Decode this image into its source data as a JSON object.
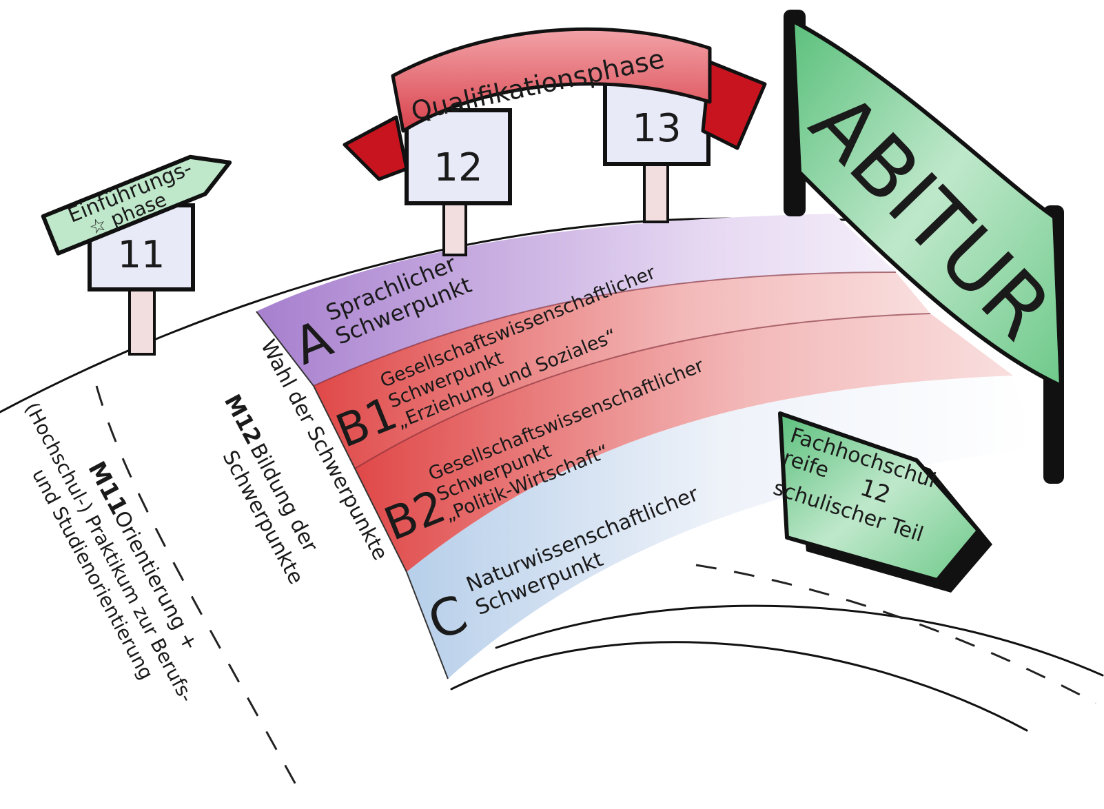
{
  "phases": {
    "intro_sign": {
      "line1": "Einführungs-",
      "line2": "☆ phase"
    },
    "qualification_banner": "Qualifikationsphase",
    "finish_flag": "ABITUR"
  },
  "grades": {
    "g11": "11",
    "g12": "12",
    "g13": "13"
  },
  "road_labels": {
    "m11_code": "M11",
    "m11_line1": "Orientierung +",
    "m11_line2": "(Hochschul-) Praktikum zur Berufs-",
    "m11_line3": "und Studienorientierung",
    "m12_code": "M12",
    "m12_line1": "Bildung der",
    "m12_line2": "Schwerpunkte",
    "choice": "Wahl der Schwerpunkte"
  },
  "lanes": [
    {
      "letter": "A",
      "line1": "Sprachlicher",
      "line2": "Schwerpunkt",
      "line3": "",
      "color": "#b89ad6"
    },
    {
      "letter": "B1",
      "line1": "Gesellschaftswissenschaftlicher",
      "line2": "Schwerpunkt",
      "line3": "„Erziehung und Soziales“",
      "color": "#e46a6a"
    },
    {
      "letter": "B2",
      "line1": "Gesellschaftswissenschaftlicher",
      "line2": "Schwerpunkt",
      "line3": "„Politik-Wirtschaft“",
      "color": "#e46a6a"
    },
    {
      "letter": "C",
      "line1": "Naturwissenschaftlicher",
      "line2": "Schwerpunkt",
      "line3": "",
      "color": "#c9dbf0"
    }
  ],
  "exit_sign": {
    "line1": "Fachhochschul-",
    "line2": "reife",
    "grade": "12",
    "line3": "schulischer Teil"
  },
  "colors": {
    "green": "#7fd39a",
    "red": "#d8232f",
    "purple": "#b89ad6",
    "blue_lane": "#c9dbf0",
    "sign_face": "#eef0fb"
  }
}
